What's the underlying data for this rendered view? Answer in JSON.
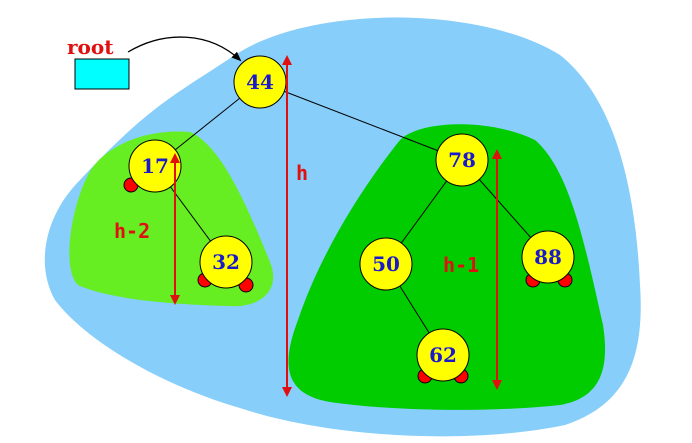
{
  "root_label": "root",
  "nodes": [
    {
      "id": "n44",
      "label": "44"
    },
    {
      "id": "n17",
      "label": "17"
    },
    {
      "id": "n32",
      "label": "32"
    },
    {
      "id": "n78",
      "label": "78"
    },
    {
      "id": "n50",
      "label": "50"
    },
    {
      "id": "n62",
      "label": "62"
    },
    {
      "id": "n88",
      "label": "88"
    }
  ],
  "heights": {
    "whole": "h",
    "left": "h-2",
    "right": "h-1"
  },
  "colors": {
    "outer_blob": "#87cefa",
    "left_subtree": "#66ee22",
    "right_subtree": "#00cc00",
    "node_fill": "#ffff00",
    "null_marker": "#ff0000",
    "arrow": "#e01010",
    "root_box": "#00ffff"
  }
}
